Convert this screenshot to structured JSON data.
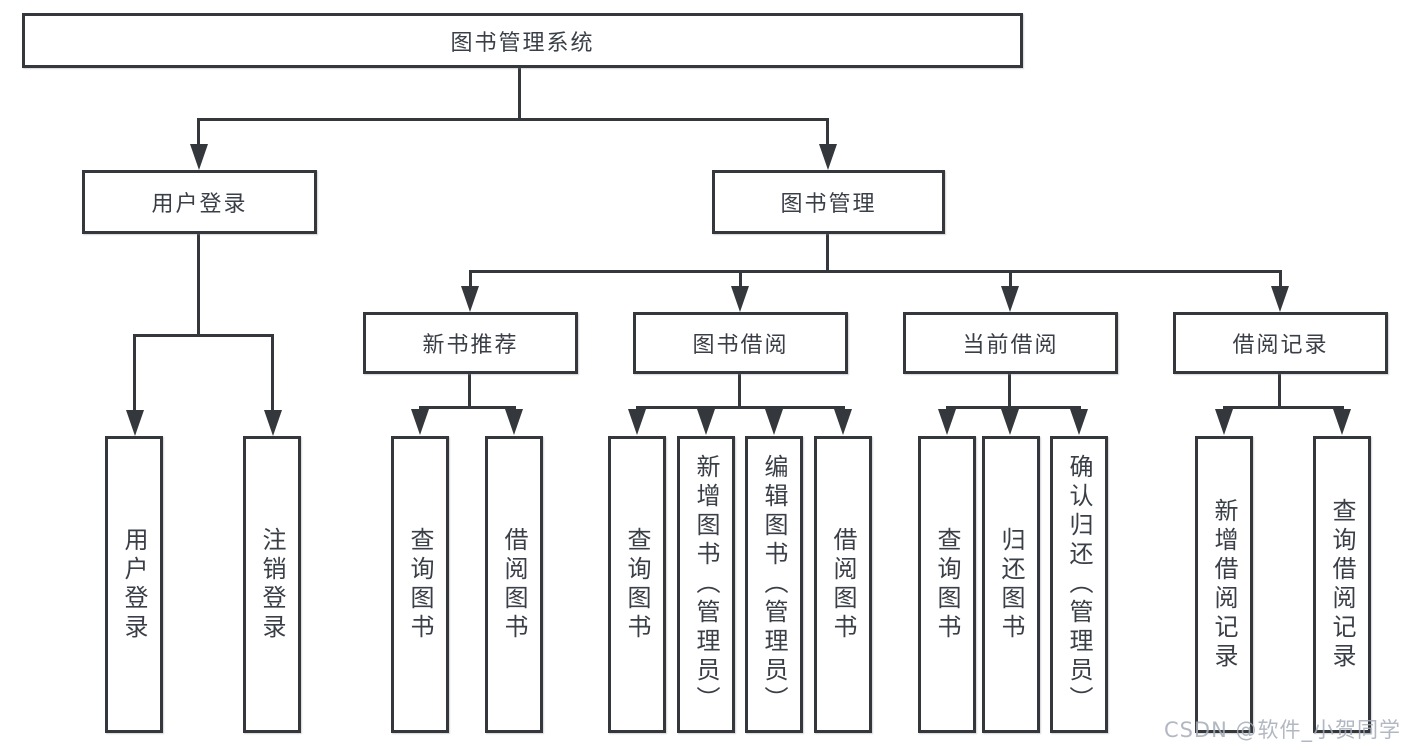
{
  "diagram_type": "hierarchy-tree",
  "colors": {
    "background": "#ffffff",
    "box_border": "#34373b",
    "line": "#34373b",
    "text": "#3a3f47",
    "watermark": "#a5abb7"
  },
  "tree": {
    "label": "图书管理系统",
    "children": [
      {
        "label": "用户登录",
        "children": [
          {
            "label": "用户登录"
          },
          {
            "label": "注销登录"
          }
        ]
      },
      {
        "label": "图书管理",
        "children": [
          {
            "label": "新书推荐",
            "children": [
              {
                "label": "查询图书"
              },
              {
                "label": "借阅图书"
              }
            ]
          },
          {
            "label": "图书借阅",
            "children": [
              {
                "label": "查询图书"
              },
              {
                "label": "新增图书（管理员）"
              },
              {
                "label": "编辑图书（管理员）"
              },
              {
                "label": "借阅图书"
              }
            ]
          },
          {
            "label": "当前借阅",
            "children": [
              {
                "label": "查询图书"
              },
              {
                "label": "归还图书"
              },
              {
                "label": "确认归还（管理员）"
              }
            ]
          },
          {
            "label": "借阅记录",
            "children": [
              {
                "label": "新增借阅记录"
              },
              {
                "label": "查询借阅记录"
              }
            ]
          }
        ]
      }
    ]
  },
  "meta": {
    "watermark": "CSDN @软件_小贺同学"
  }
}
